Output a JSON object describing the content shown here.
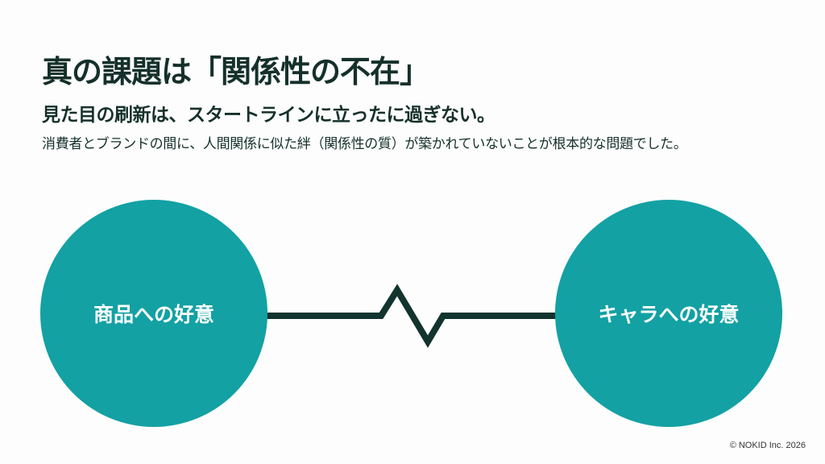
{
  "slide": {
    "title": "真の課題は「関係性の不在」",
    "subtitle": "見た目の刷新は、スタートラインに立ったに過ぎない。",
    "body": "消費者とブランドの間に、人間関係に似た絆（関係性の質）が築かれていないことが根本的な問題でした。"
  },
  "diagram": {
    "left_label": "商品への好意",
    "right_label": "キャラへの好意",
    "connector_icon": "broken-link-zigzag-icon",
    "circle_color": "#13a1a3",
    "line_color": "#12332e"
  },
  "footer": {
    "copyright": "© NOKID Inc. 2026"
  }
}
